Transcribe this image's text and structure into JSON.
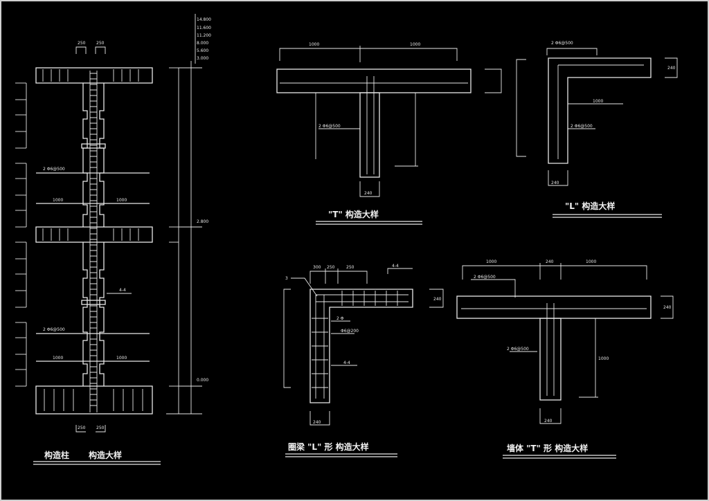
{
  "colors": {
    "background": "#000000",
    "line": "#e9e9e9"
  },
  "drawing": {
    "column": {
      "title_part1": "构造柱",
      "title_part2": "构造大样",
      "top_dims": [
        "250",
        "250"
      ],
      "bottom_dims": [
        "250",
        "250"
      ],
      "elevations": [
        "14.800",
        "11.600",
        "11.200",
        "8.000",
        "5.600",
        "3.000"
      ],
      "level_mid": "2.800",
      "level_low": "0.000",
      "rebar_upper": "2 Φ6@500",
      "rebar_lower": "2 Φ6@500",
      "len_upper_left": "1000",
      "len_upper_right": "1000",
      "len_lower_left": "1000",
      "len_lower_right": "1000",
      "section_mark": "4-4"
    },
    "t_top": {
      "title": "\"T\" 构造大样",
      "dim_left": "1000",
      "dim_right": "1000",
      "rebar": "2 Φ6@500",
      "width": "240"
    },
    "l_top": {
      "title": "\"L\" 构造大样",
      "rebar": "2 Φ6@500",
      "len": "1000",
      "rebar_in": "2 Φ6@500",
      "width": "240",
      "height": "240"
    },
    "ring_l": {
      "title": "圈梁 \"L\" 形 构造大样",
      "dims": [
        "300",
        "250",
        "250"
      ],
      "right_mark": "4-4",
      "callout": "3",
      "bar1": "2 Φ",
      "bar2": "Φ6@200",
      "bar3": "4-4",
      "width": "240",
      "height": "240"
    },
    "wall_t": {
      "title": "墙体 \"T\" 形 构造大样",
      "dim_left": "1000",
      "dim_mid": "240",
      "dim_right": "1000",
      "rebar_top": "2 Φ6@500",
      "rebar_mid": "2 Φ6@500",
      "len": "1000",
      "width": "240",
      "height": "240"
    }
  }
}
